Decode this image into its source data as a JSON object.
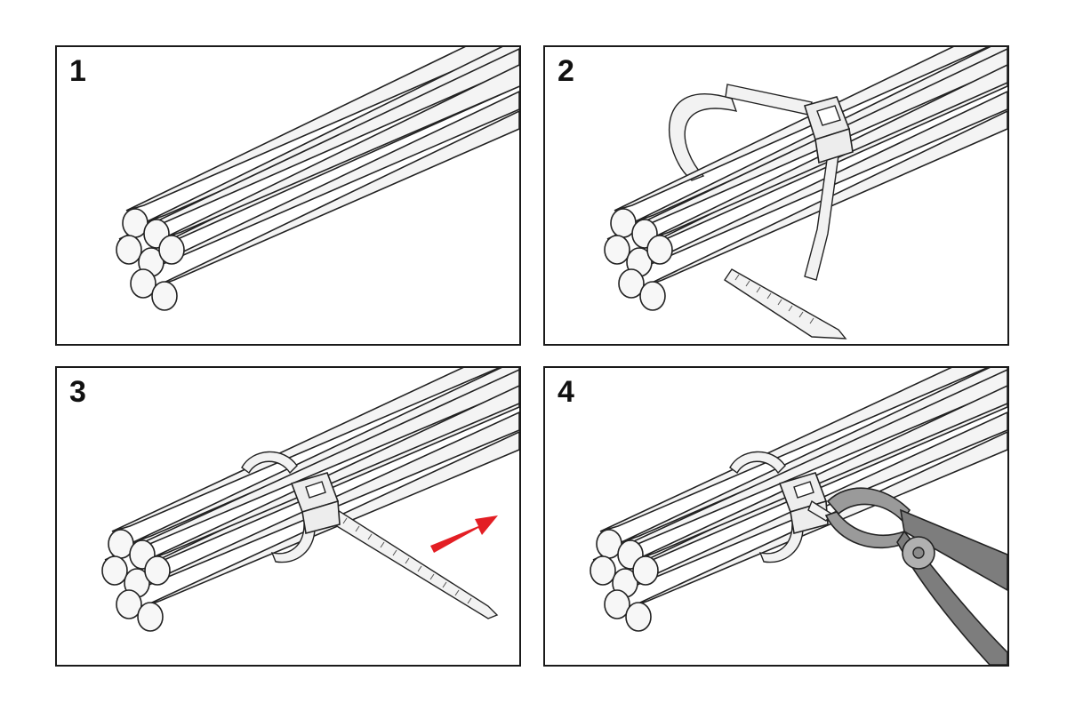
{
  "steps": [
    {
      "number": "1",
      "illustration": "cable-bundle"
    },
    {
      "number": "2",
      "illustration": "cable-tie-looped-around-bundle"
    },
    {
      "number": "3",
      "illustration": "cable-tie-pulled-tight",
      "arrow_color": "#e31e24"
    },
    {
      "number": "4",
      "illustration": "cutting-excess-tail-with-pliers"
    }
  ],
  "colors": {
    "line": "#222222",
    "fill": "#f4f4f4",
    "arrow": "#e31e24",
    "pliers": "#9a9a9a"
  }
}
